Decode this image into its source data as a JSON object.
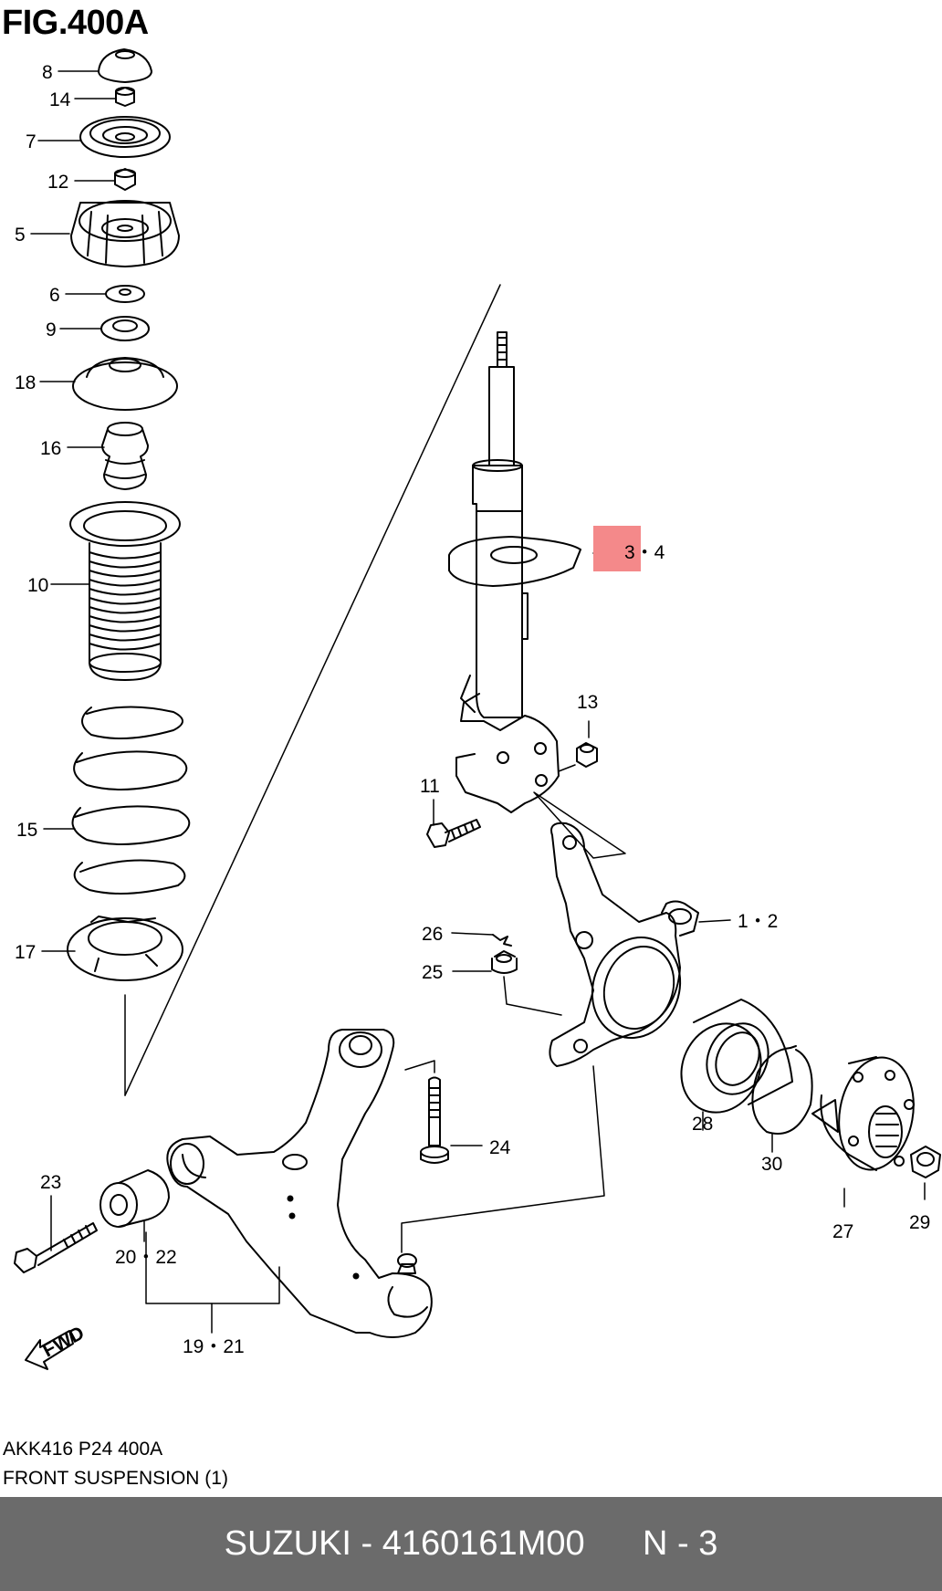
{
  "figure": {
    "title": "FIG.400A"
  },
  "callouts": [
    {
      "id": "c8",
      "text": "8"
    },
    {
      "id": "c14",
      "text": "14"
    },
    {
      "id": "c7",
      "text": "7"
    },
    {
      "id": "c12",
      "text": "12"
    },
    {
      "id": "c5",
      "text": "5"
    },
    {
      "id": "c6",
      "text": "6"
    },
    {
      "id": "c9",
      "text": "9"
    },
    {
      "id": "c18",
      "text": "18"
    },
    {
      "id": "c16",
      "text": "16"
    },
    {
      "id": "c10",
      "text": "10"
    },
    {
      "id": "c15",
      "text": "15"
    },
    {
      "id": "c17",
      "text": "17"
    },
    {
      "id": "c3_4",
      "text": "3・4",
      "highlight": true
    },
    {
      "id": "c13",
      "text": "13"
    },
    {
      "id": "c11",
      "text": "11"
    },
    {
      "id": "c1_2",
      "text": "1・2"
    },
    {
      "id": "c26",
      "text": "26"
    },
    {
      "id": "c25",
      "text": "25"
    },
    {
      "id": "c28",
      "text": "28"
    },
    {
      "id": "c30",
      "text": "30"
    },
    {
      "id": "c27",
      "text": "27"
    },
    {
      "id": "c29",
      "text": "29"
    },
    {
      "id": "c24",
      "text": "24"
    },
    {
      "id": "c23",
      "text": "23"
    },
    {
      "id": "c20_22",
      "text": "20・22"
    },
    {
      "id": "c19_21",
      "text": "19・21"
    }
  ],
  "highlight_color": "#f4898a",
  "fwd_label": "FWD",
  "info": {
    "code": "AKK416 P24 400A",
    "name": "FRONT SUSPENSION (1)"
  },
  "footer": {
    "brand_part": "SUZUKI - 4160161M00",
    "page": "N - 3",
    "background": "#6b6b6b"
  }
}
